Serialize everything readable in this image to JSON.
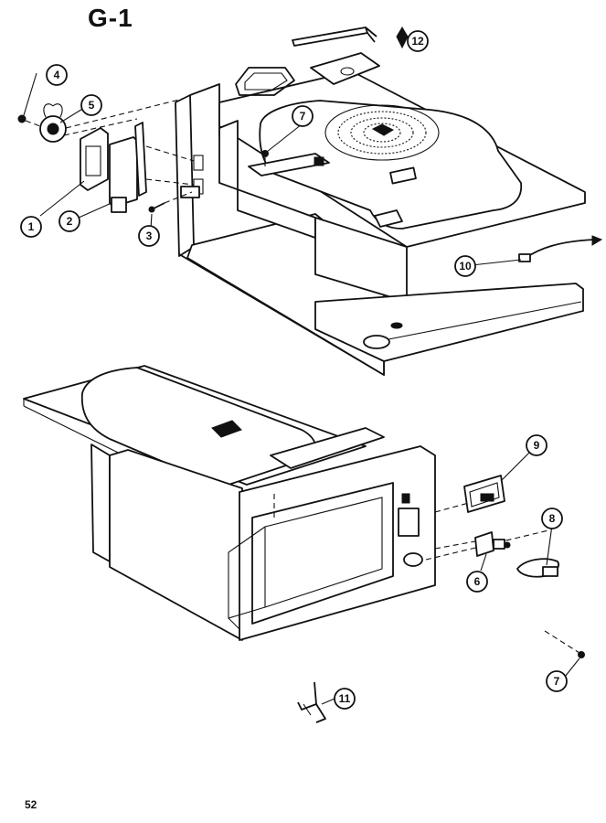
{
  "figure": {
    "title": "G-1",
    "page_number": "52"
  },
  "callouts": [
    {
      "id": "c1",
      "label": "1"
    },
    {
      "id": "c2",
      "label": "2"
    },
    {
      "id": "c3",
      "label": "3"
    },
    {
      "id": "c4",
      "label": "4"
    },
    {
      "id": "c5",
      "label": "5"
    },
    {
      "id": "c6",
      "label": "6"
    },
    {
      "id": "c7a",
      "label": "7"
    },
    {
      "id": "c7b",
      "label": "7"
    },
    {
      "id": "c8",
      "label": "8"
    },
    {
      "id": "c9",
      "label": "9"
    },
    {
      "id": "c10",
      "label": "10"
    },
    {
      "id": "c11",
      "label": "11"
    },
    {
      "id": "c12",
      "label": "12"
    }
  ]
}
